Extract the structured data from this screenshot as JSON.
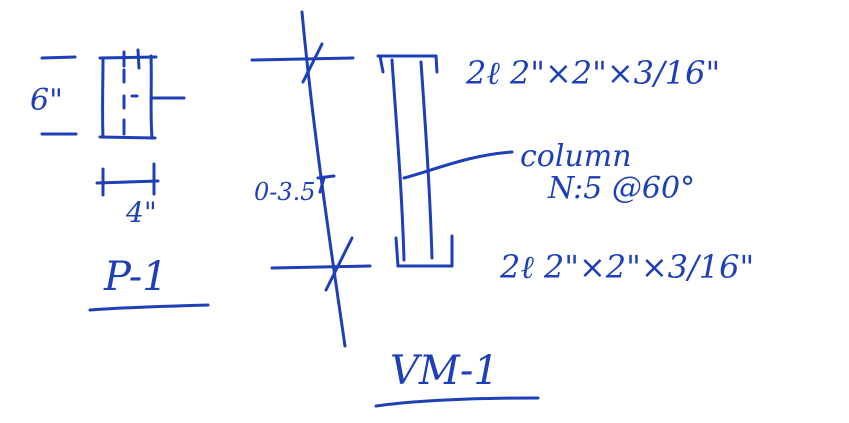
{
  "colors": {
    "ink": "#1d3fb8",
    "paper": "#ffffff"
  },
  "detail_p1": {
    "height_dim": "6\"",
    "width_dim": "4\"",
    "label": "P-1"
  },
  "detail_vm1": {
    "length_dim": "0-3.5",
    "top_angle": "2ℓ 2\"×2\"×3/16\"",
    "web_note_line1": "column",
    "web_note_line2": "N:5 @60°",
    "bottom_angle": "2ℓ 2\"×2\"×3/16\"",
    "label": "VM-1"
  }
}
